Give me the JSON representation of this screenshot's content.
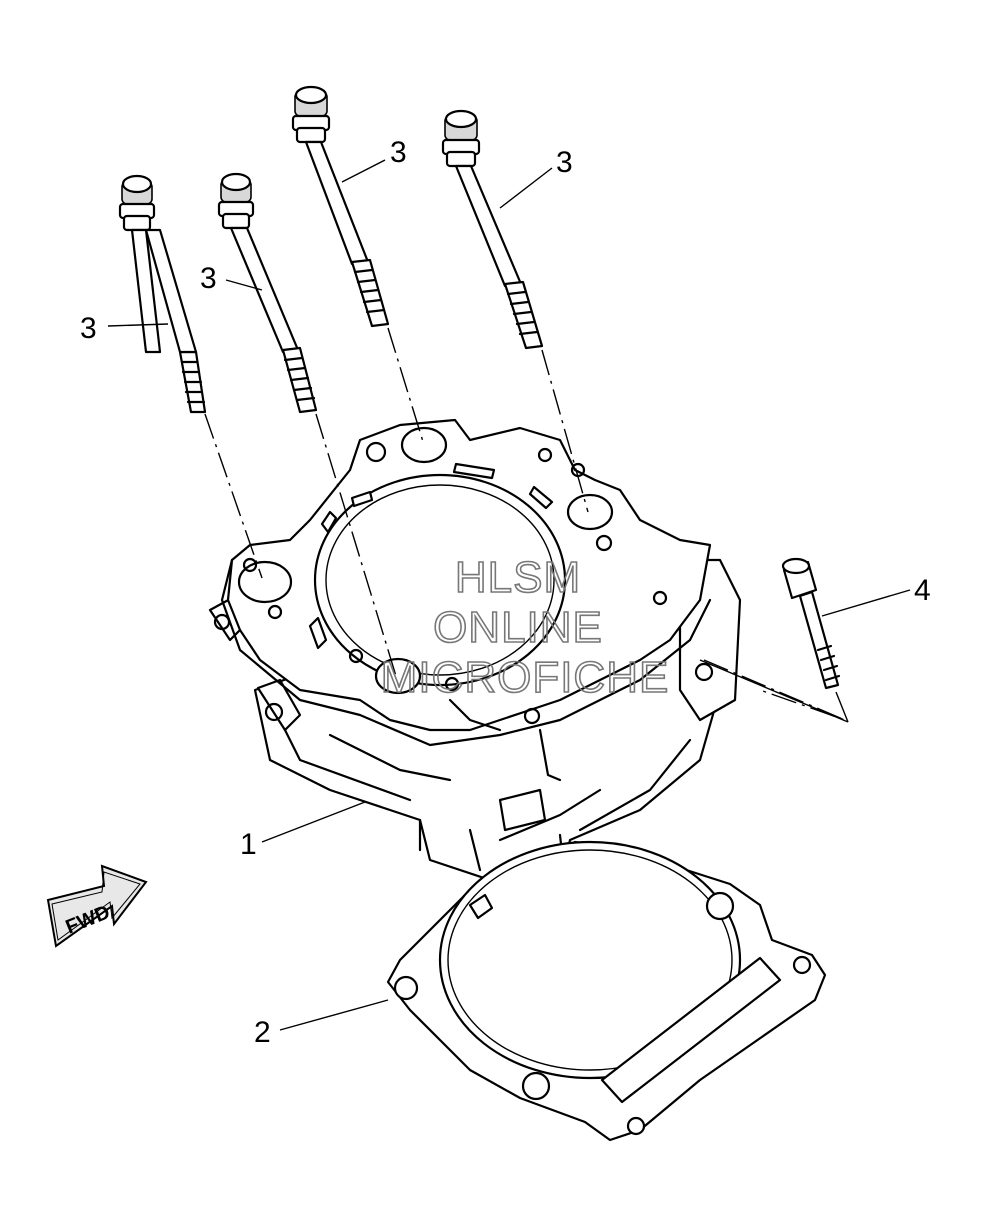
{
  "diagram": {
    "callouts": [
      {
        "id": "bolt-a",
        "label": "3"
      },
      {
        "id": "bolt-b",
        "label": "3"
      },
      {
        "id": "bolt-c",
        "label": "3"
      },
      {
        "id": "bolt-d",
        "label": "3"
      },
      {
        "id": "cylinder",
        "label": "1"
      },
      {
        "id": "gasket",
        "label": "2"
      },
      {
        "id": "screw",
        "label": "4"
      }
    ],
    "fwd_label": "FWD",
    "watermark": [
      "HLSM",
      "ONLINE",
      "MICROFICHE"
    ]
  }
}
